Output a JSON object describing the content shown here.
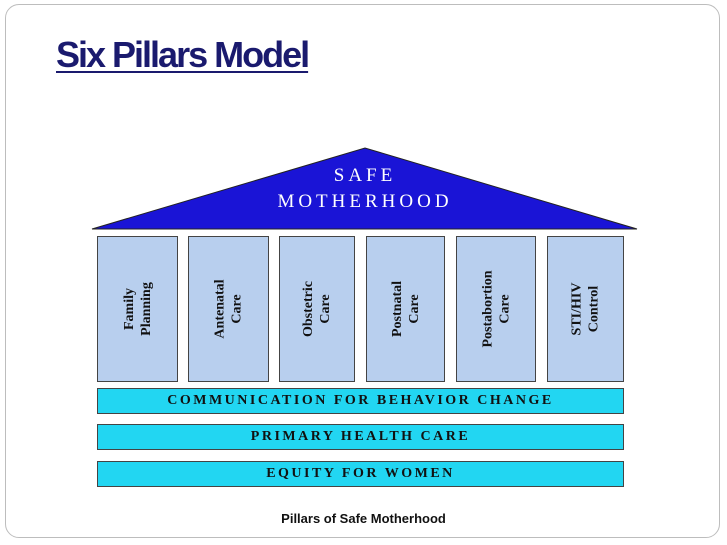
{
  "slide": {
    "title": "Six Pillars Model"
  },
  "diagram": {
    "roof": {
      "line1": "SAFE",
      "line2": "MOTHERHOOD",
      "color": "#1a14d6"
    },
    "pillars": [
      {
        "label": "Family\nPlanning"
      },
      {
        "label": "Antenatal\nCare"
      },
      {
        "label": "Obstetric\nCare"
      },
      {
        "label": "Postnatal\nCare"
      },
      {
        "label": "Postabortion\nCare"
      },
      {
        "label": "STI/HIV\nControl"
      }
    ],
    "pillar_color": "#b8cfee",
    "bands": [
      {
        "label": "COMMUNICATION FOR BEHAVIOR CHANGE"
      },
      {
        "label": "PRIMARY HEALTH CARE"
      },
      {
        "label": "EQUITY FOR WOMEN"
      }
    ],
    "band_color": "#22d6f2",
    "caption": "Pillars of Safe Motherhood"
  }
}
